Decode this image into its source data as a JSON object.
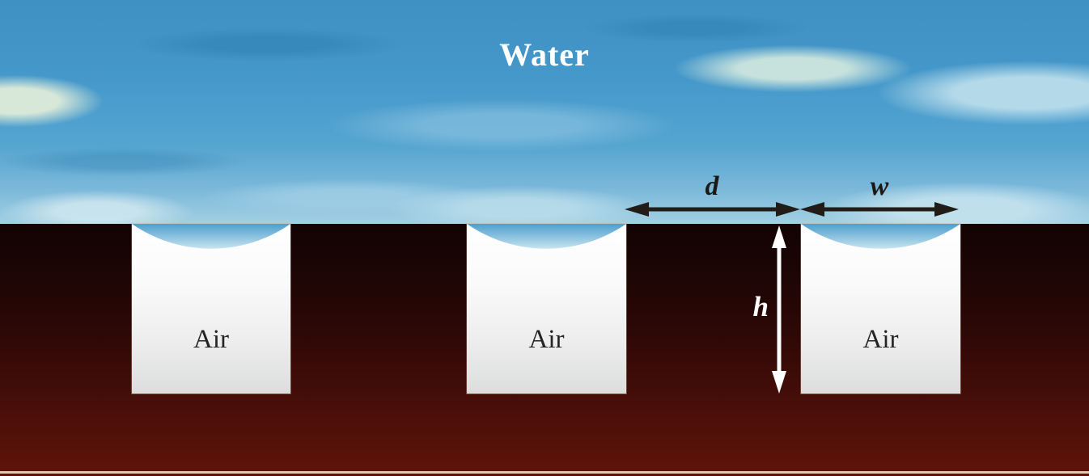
{
  "labels": {
    "water": "Water"
  },
  "grooves": [
    {
      "label": "Air"
    },
    {
      "label": "Air"
    },
    {
      "label": "Air"
    }
  ],
  "dimensions": {
    "d_label": "d",
    "w_label": "w",
    "h_label": "h"
  },
  "colors": {
    "water_base": "#4397ca",
    "water_highlight": "#cde6ef",
    "substrate_top": "#130303",
    "substrate_bottom": "#5c130a",
    "air_fill": "#ffffff",
    "arrow_dark": "#211c18",
    "arrow_light": "#ffffff",
    "bottom_edge_line": "#e9c7ac"
  }
}
